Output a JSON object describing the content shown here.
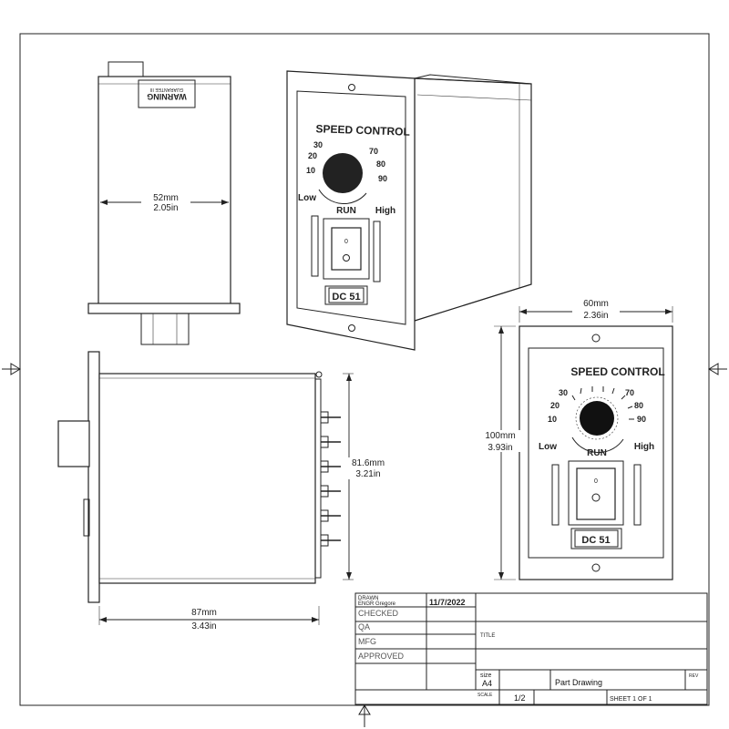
{
  "panel": {
    "title": "SPEED CONTROL",
    "scale_labels": [
      "10",
      "20",
      "30",
      "70",
      "80",
      "90"
    ],
    "low_label": "Low",
    "high_label": "High",
    "run_label": "RUN",
    "model_label": "DC 51",
    "switch_mark": "0"
  },
  "side_view": {
    "warning_label": "WARNING",
    "warning_sub": "GUARANTEE III",
    "width_mm": "52mm",
    "width_in": "2.05in"
  },
  "bottom_view": {
    "depth_mm": "87mm",
    "depth_in": "3.43in",
    "height_mm": "81.6mm",
    "height_in": "3.21in"
  },
  "front_view": {
    "width_mm": "60mm",
    "width_in": "2.36in",
    "height_mm": "100mm",
    "height_in": "3.93in"
  },
  "title_block": {
    "drawn_label": "DRAWN",
    "drawn_by": "ENGR Gregore",
    "date": "11/7/2022",
    "checked_label": "CHECKED",
    "qa_label": "QA",
    "mfg_label": "MFG",
    "approved_label": "APPROVED",
    "title_label": "TITLE",
    "size_label": "size",
    "size_value": "A4",
    "name": "Part Drawing",
    "rev_label": "REV",
    "scale_label": "SCALE",
    "scale_value": "1/2",
    "sheet": "SHEET 1 OF 1"
  }
}
